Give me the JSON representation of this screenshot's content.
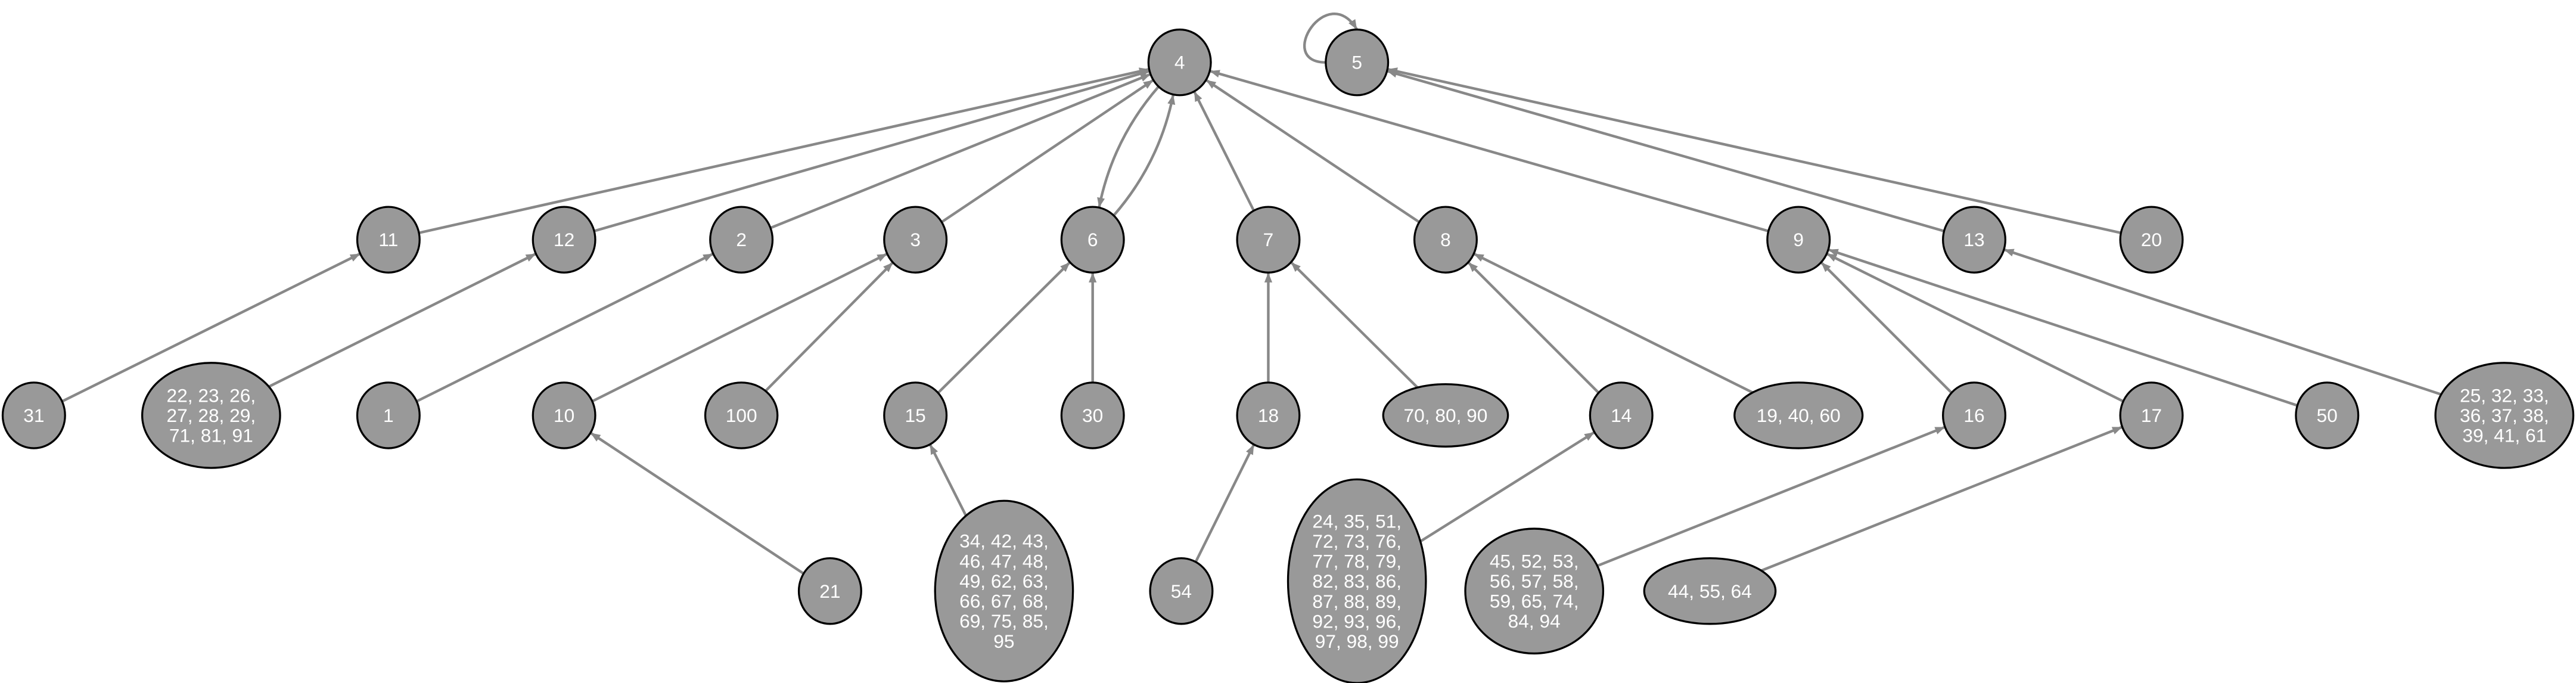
{
  "colors": {
    "node_fill": "#999999",
    "node_stroke": "#000000",
    "edge": "#888888",
    "label": "#ffffff"
  },
  "nodes": [
    {
      "id": "4",
      "lines": [
        "4"
      ]
    },
    {
      "id": "5",
      "lines": [
        "5"
      ]
    },
    {
      "id": "11",
      "lines": [
        "11"
      ]
    },
    {
      "id": "12",
      "lines": [
        "12"
      ]
    },
    {
      "id": "2",
      "lines": [
        "2"
      ]
    },
    {
      "id": "3",
      "lines": [
        "3"
      ]
    },
    {
      "id": "6",
      "lines": [
        "6"
      ]
    },
    {
      "id": "7",
      "lines": [
        "7"
      ]
    },
    {
      "id": "8",
      "lines": [
        "8"
      ]
    },
    {
      "id": "9",
      "lines": [
        "9"
      ]
    },
    {
      "id": "13",
      "lines": [
        "13"
      ]
    },
    {
      "id": "20",
      "lines": [
        "20"
      ]
    },
    {
      "id": "31",
      "lines": [
        "31"
      ]
    },
    {
      "id": "g22",
      "lines": [
        "22, 23, 26,",
        "27, 28, 29,",
        "71, 81, 91"
      ]
    },
    {
      "id": "1",
      "lines": [
        "1"
      ]
    },
    {
      "id": "10",
      "lines": [
        "10"
      ]
    },
    {
      "id": "100",
      "lines": [
        "100"
      ]
    },
    {
      "id": "15",
      "lines": [
        "15"
      ]
    },
    {
      "id": "30",
      "lines": [
        "30"
      ]
    },
    {
      "id": "18",
      "lines": [
        "18"
      ]
    },
    {
      "id": "g70",
      "lines": [
        "70, 80, 90"
      ]
    },
    {
      "id": "14",
      "lines": [
        "14"
      ]
    },
    {
      "id": "g19",
      "lines": [
        "19, 40, 60"
      ]
    },
    {
      "id": "16",
      "lines": [
        "16"
      ]
    },
    {
      "id": "17",
      "lines": [
        "17"
      ]
    },
    {
      "id": "50",
      "lines": [
        "50"
      ]
    },
    {
      "id": "g25",
      "lines": [
        "25, 32, 33,",
        "36, 37, 38,",
        "39, 41, 61"
      ]
    },
    {
      "id": "21",
      "lines": [
        "21"
      ]
    },
    {
      "id": "g34",
      "lines": [
        "34, 42, 43,",
        "46, 47, 48,",
        "49, 62, 63,",
        "66, 67, 68,",
        "69, 75, 85,",
        "95"
      ]
    },
    {
      "id": "54",
      "lines": [
        "54"
      ]
    },
    {
      "id": "g24",
      "lines": [
        "24, 35, 51,",
        "72, 73, 76,",
        "77, 78, 79,",
        "82, 83, 86,",
        "87, 88, 89,",
        "92, 93, 96,",
        "97, 98, 99"
      ]
    },
    {
      "id": "g45",
      "lines": [
        "45, 52, 53,",
        "56, 57, 58,",
        "59, 65, 74,",
        "84, 94"
      ]
    },
    {
      "id": "g44",
      "lines": [
        "44, 55, 64"
      ]
    }
  ],
  "edges": [
    [
      "11",
      "4"
    ],
    [
      "12",
      "4"
    ],
    [
      "2",
      "4"
    ],
    [
      "3",
      "4"
    ],
    [
      "6",
      "4"
    ],
    [
      "4",
      "6"
    ],
    [
      "7",
      "4"
    ],
    [
      "8",
      "4"
    ],
    [
      "9",
      "4"
    ],
    [
      "5",
      "5"
    ],
    [
      "13",
      "5"
    ],
    [
      "20",
      "5"
    ],
    [
      "31",
      "11"
    ],
    [
      "g22",
      "12"
    ],
    [
      "1",
      "2"
    ],
    [
      "10",
      "3"
    ],
    [
      "100",
      "3"
    ],
    [
      "15",
      "6"
    ],
    [
      "30",
      "6"
    ],
    [
      "18",
      "7"
    ],
    [
      "g70",
      "7"
    ],
    [
      "14",
      "8"
    ],
    [
      "g19",
      "8"
    ],
    [
      "16",
      "9"
    ],
    [
      "17",
      "9"
    ],
    [
      "50",
      "9"
    ],
    [
      "g25",
      "13"
    ],
    [
      "21",
      "10"
    ],
    [
      "g34",
      "15"
    ],
    [
      "54",
      "18"
    ],
    [
      "g24",
      "14"
    ],
    [
      "g45",
      "16"
    ],
    [
      "g44",
      "17"
    ]
  ]
}
